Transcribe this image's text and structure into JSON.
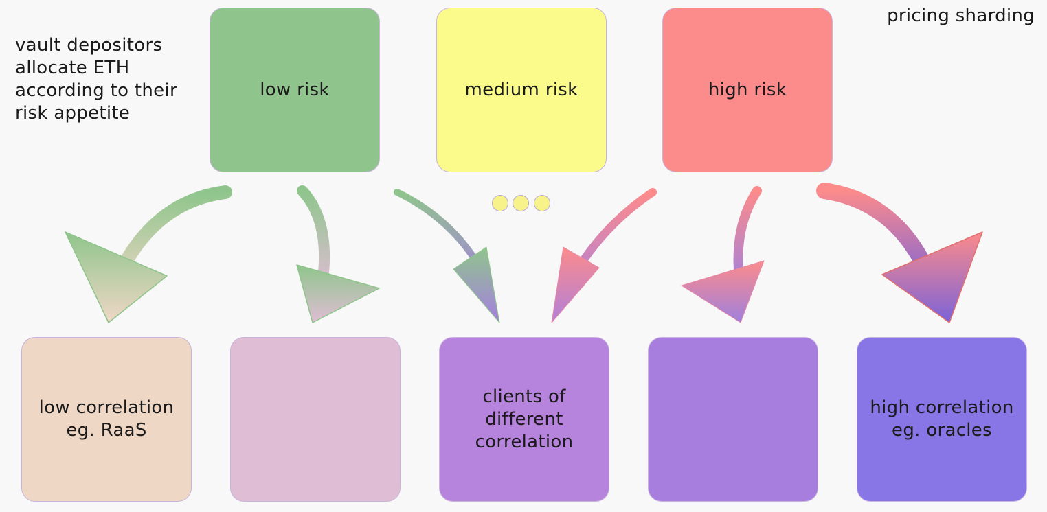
{
  "title": "pricing sharding",
  "intro": [
    "vault depositors",
    "allocate ETH",
    "according to their",
    "risk appetite"
  ],
  "risk_tiers": [
    {
      "label": "low risk",
      "color": "#8fc58c"
    },
    {
      "label": "medium risk",
      "color": "#fbfb8c"
    },
    {
      "label": "high risk",
      "color": "#fc8b8b"
    }
  ],
  "ellipsis_color": "#f7f38a",
  "clients": [
    {
      "lines": [
        "low correlation",
        "eg. RaaS"
      ],
      "color": "#efd7c6"
    },
    {
      "lines": [],
      "color": "#dfbdd4"
    },
    {
      "lines": [
        "clients of",
        "different",
        "correlation"
      ],
      "color": "#b784dd"
    },
    {
      "lines": [],
      "color": "#a77ede"
    },
    {
      "lines": [
        "high correlation",
        "eg. oracles"
      ],
      "color": "#8976e6"
    }
  ]
}
